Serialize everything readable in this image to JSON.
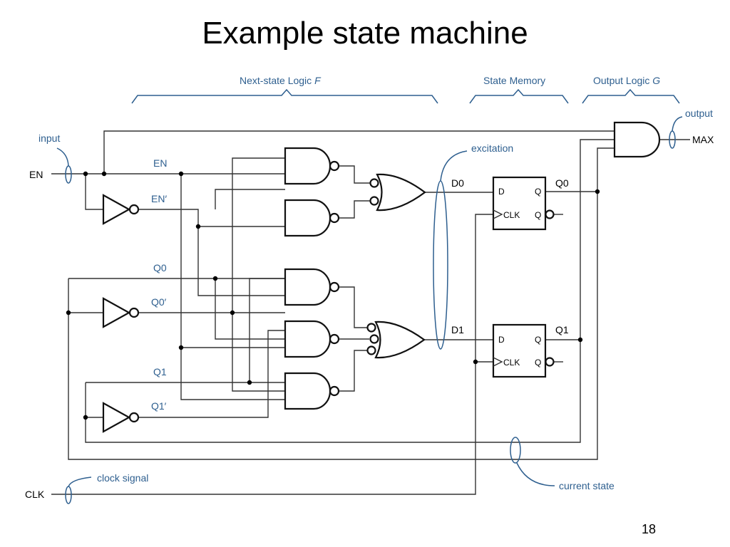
{
  "slide": {
    "title": "Example state machine",
    "page_number": "18"
  },
  "sections": {
    "next_state": "Next-state Logic",
    "next_state_var": "F",
    "state_memory": "State Memory",
    "output_logic": "Output Logic",
    "output_logic_var": "G"
  },
  "annotations": {
    "input": "input",
    "output": "output",
    "excitation": "excitation",
    "clock_signal": "clock signal",
    "current_state": "current state"
  },
  "signals": {
    "en_in": "EN",
    "en": "EN",
    "en_not": "EN′",
    "q0": "Q0",
    "q0_not": "Q0′",
    "q1": "Q1",
    "q1_not": "Q1′",
    "d0": "D0",
    "d1": "D1",
    "q0_out": "Q0",
    "q1_out": "Q1",
    "max": "MAX",
    "clk_in": "CLK"
  },
  "flipflops": [
    {
      "d_label": "D",
      "q_label": "Q",
      "clk_label": "CLK",
      "qn_label": "Q"
    },
    {
      "d_label": "D",
      "q_label": "Q",
      "clk_label": "CLK",
      "qn_label": "Q"
    }
  ]
}
